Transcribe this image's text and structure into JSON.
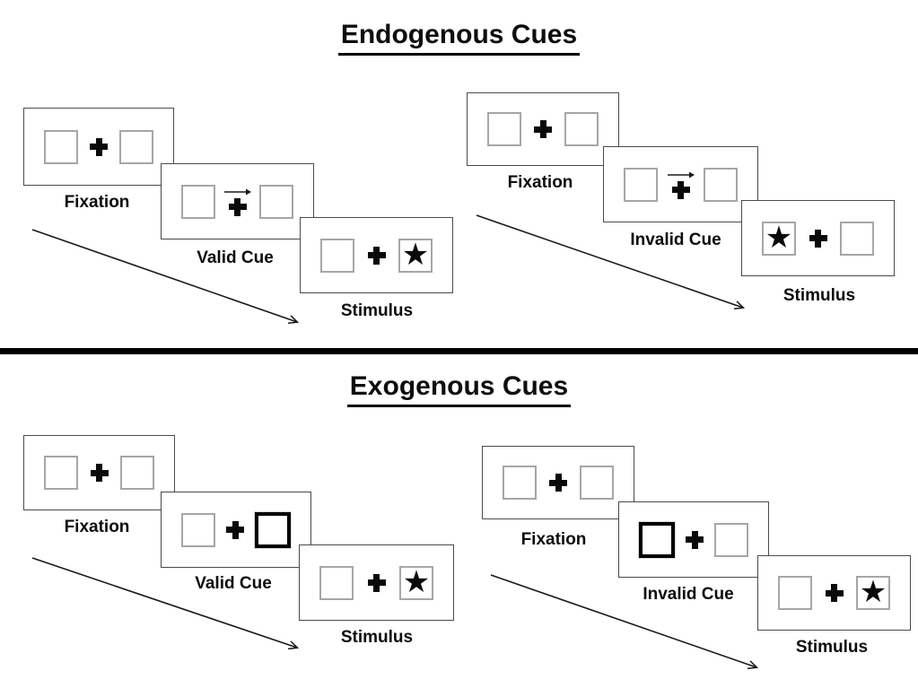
{
  "page": {
    "background": "#ffffff"
  },
  "colors": {
    "ink": "#0d0d0d",
    "card_border": "#4a4a4a",
    "placeholder_border": "#a6a6a6",
    "cue_highlight": "#000000",
    "divider": "#000000"
  },
  "endogenous": {
    "title": "Endogenous Cues",
    "valid": {
      "fixation": {
        "label": "Fixation"
      },
      "cue": {
        "label": "Valid Cue",
        "cue_kind": "central-arrow-right"
      },
      "stimulus": {
        "label": "Stimulus",
        "star_side": "right",
        "star_glyph": "★"
      }
    },
    "invalid": {
      "fixation": {
        "label": "Fixation"
      },
      "cue": {
        "label": "Invalid Cue",
        "cue_kind": "central-arrow-right"
      },
      "stimulus": {
        "label": "Stimulus",
        "star_side": "left",
        "star_glyph": "★"
      }
    }
  },
  "exogenous": {
    "title": "Exogenous Cues",
    "valid": {
      "fixation": {
        "label": "Fixation"
      },
      "cue": {
        "label": "Valid Cue",
        "cue_kind": "peripheral-bold-box-right"
      },
      "stimulus": {
        "label": "Stimulus",
        "star_side": "right",
        "star_glyph": "★"
      }
    },
    "invalid": {
      "fixation": {
        "label": "Fixation"
      },
      "cue": {
        "label": "Invalid Cue",
        "cue_kind": "peripheral-bold-box-left"
      },
      "stimulus": {
        "label": "Stimulus",
        "star_side": "right",
        "star_glyph": "★"
      }
    }
  }
}
